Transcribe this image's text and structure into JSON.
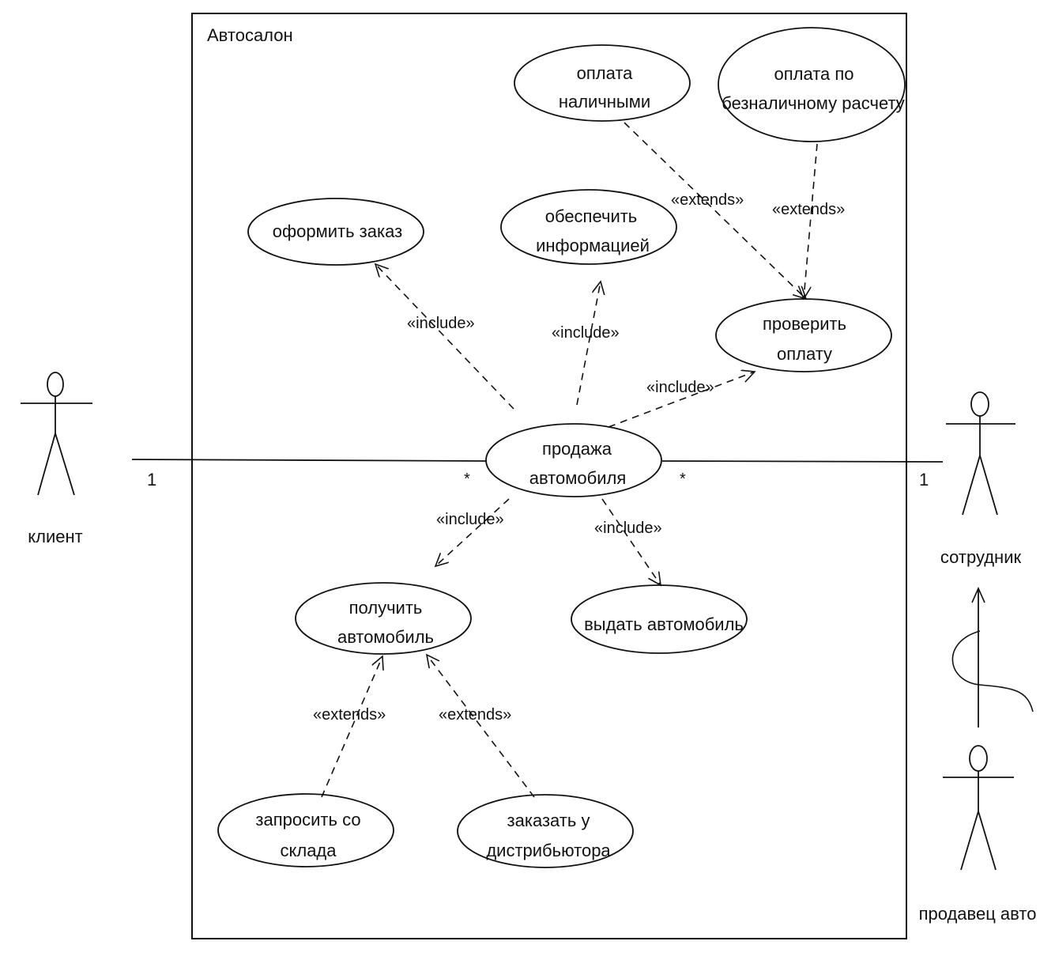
{
  "system": {
    "title": "Автосалон"
  },
  "actors": {
    "client": "клиент",
    "employee": "сотрудник",
    "seller": "продавец авто"
  },
  "use_cases": {
    "cash": [
      "оплата",
      "наличными"
    ],
    "cashless": [
      "оплата по",
      "безналичному расчету"
    ],
    "order": [
      "оформить заказ"
    ],
    "info": [
      "обеспечить",
      "информацией"
    ],
    "check": [
      "проверить",
      "оплату"
    ],
    "sale": [
      "продажа",
      "автомобиля"
    ],
    "receive": [
      "получить",
      "автомобиль"
    ],
    "issue": [
      "выдать автомобиль"
    ],
    "warehouse": [
      "запросить со",
      "склада"
    ],
    "distributor": [
      "заказать у",
      "дистрибьютора"
    ]
  },
  "relations": {
    "include": "«include»",
    "extends": "«extends»"
  },
  "multiplicity": {
    "client_side": "1",
    "client_sale": "*",
    "sale_employee": "*",
    "employee_side": "1"
  }
}
